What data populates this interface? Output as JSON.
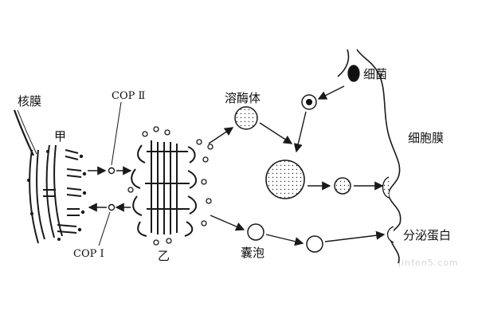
{
  "diagram": {
    "labels": {
      "nuclear_membrane": "核膜",
      "er": "甲",
      "cop2": "COP Ⅱ",
      "cop1": "COP Ⅰ",
      "golgi": "乙",
      "lysosome": "溶酶体",
      "vesicle": "囊泡",
      "bacterium": "细菌",
      "cell_membrane": "细胞膜",
      "secretory_protein": "分泌蛋白"
    },
    "watermark": "jinfen5.com",
    "colors": {
      "line": "#1a1a1a",
      "fill": "#ffffff",
      "dark": "#111111",
      "dots": "#333333"
    }
  }
}
